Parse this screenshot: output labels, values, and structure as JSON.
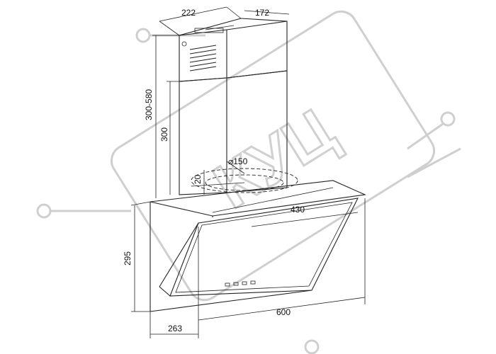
{
  "dimensions": {
    "chimney_width": "222",
    "chimney_depth": "172",
    "chimney_height_range": "300-580",
    "chimney_lower": "300",
    "outlet_offset": "20",
    "outlet_diameter": "⌀150",
    "inner_depth": "430",
    "glass_height": "295",
    "hood_width": "600",
    "hood_depth": "263"
  },
  "watermark": {
    "text": "КУЦ"
  }
}
